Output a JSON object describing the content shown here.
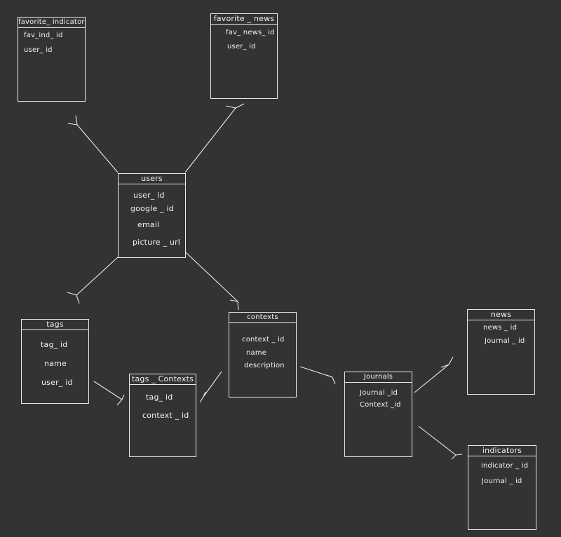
{
  "background": "#333333",
  "stroke_color": "#eaeaea",
  "tables": {
    "favorite_indicators": {
      "title": "favorite_ indicators",
      "fields": [
        "fav_ind_ id",
        "user_ id"
      ]
    },
    "favorite_news": {
      "title": "favorite _ news",
      "fields": [
        "fav_ news_ id",
        "user_ id"
      ]
    },
    "users": {
      "title": "users",
      "fields": [
        "user_ id",
        "google _ id",
        "email",
        "picture _ url"
      ]
    },
    "tags": {
      "title": "tags",
      "fields": [
        "tag_ id",
        "name",
        "user_ id"
      ]
    },
    "contexts": {
      "title": "contexts",
      "fields": [
        "context _ id",
        "name",
        "description"
      ]
    },
    "tags_contexts": {
      "title": "tags _ Contexts",
      "fields": [
        "tag_ id",
        "context _ id"
      ]
    },
    "journals": {
      "title": "Journals",
      "fields": [
        "Journal _id",
        "Context _id"
      ]
    },
    "news": {
      "title": "news",
      "fields": [
        "news _ id",
        "Journal _ id"
      ]
    },
    "indicators": {
      "title": "indicators",
      "fields": [
        "indicator _ id",
        "Journal _ id"
      ]
    }
  },
  "relationships": [
    {
      "from": "users",
      "to": "favorite_indicators",
      "type": "one-to-many"
    },
    {
      "from": "users",
      "to": "favorite_news",
      "type": "one-to-many"
    },
    {
      "from": "users",
      "to": "tags",
      "type": "one-to-many"
    },
    {
      "from": "users",
      "to": "contexts",
      "type": "one-to-many"
    },
    {
      "from": "tags",
      "to": "tags_contexts",
      "type": "one-to-many"
    },
    {
      "from": "contexts",
      "to": "tags_contexts",
      "type": "one-to-many"
    },
    {
      "from": "contexts",
      "to": "journals",
      "type": "one-to-many"
    },
    {
      "from": "journals",
      "to": "news",
      "type": "one-to-many"
    },
    {
      "from": "journals",
      "to": "indicators",
      "type": "one-to-many"
    }
  ]
}
